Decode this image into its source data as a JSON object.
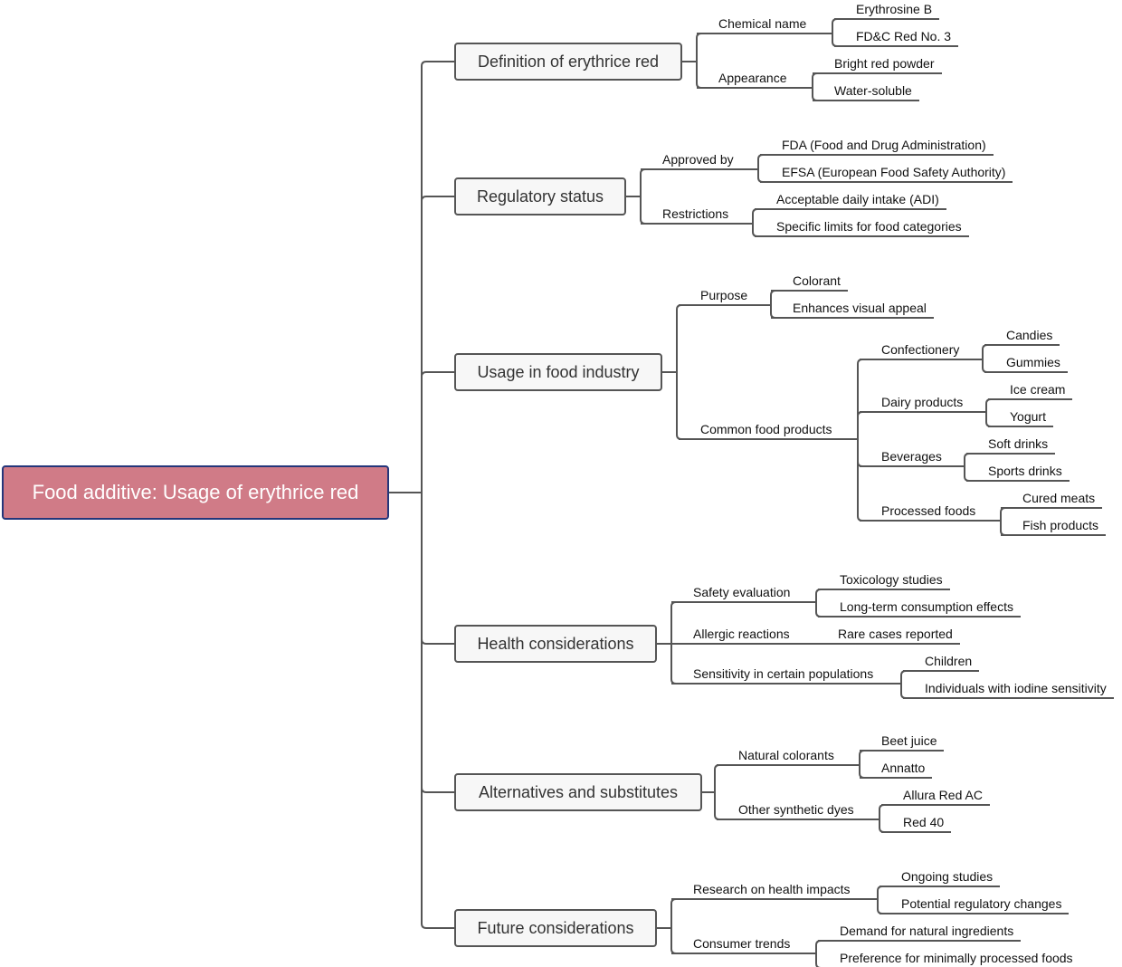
{
  "title": "Food additive: Usage of erythrice red",
  "colors": {
    "root_fill": "#d07b87",
    "root_border": "#24367a",
    "line": "#555555",
    "branch_fill": "#f7f7f7"
  },
  "branches": [
    {
      "label": "Definition of erythrice red",
      "children": [
        {
          "label": "Chemical name",
          "children": [
            {
              "label": "Erythrosine B"
            },
            {
              "label": "FD&C Red No. 3"
            }
          ]
        },
        {
          "label": "Appearance",
          "children": [
            {
              "label": "Bright red powder"
            },
            {
              "label": "Water-soluble"
            }
          ]
        }
      ]
    },
    {
      "label": "Regulatory status",
      "children": [
        {
          "label": "Approved by",
          "children": [
            {
              "label": "FDA (Food and Drug Administration)"
            },
            {
              "label": "EFSA (European Food Safety Authority)"
            }
          ]
        },
        {
          "label": "Restrictions",
          "children": [
            {
              "label": "Acceptable daily intake (ADI)"
            },
            {
              "label": "Specific limits for food categories"
            }
          ]
        }
      ]
    },
    {
      "label": "Usage in food industry",
      "children": [
        {
          "label": "Purpose",
          "children": [
            {
              "label": "Colorant"
            },
            {
              "label": "Enhances visual appeal"
            }
          ]
        },
        {
          "label": "Common food products",
          "children": [
            {
              "label": "Confectionery",
              "children": [
                {
                  "label": "Candies"
                },
                {
                  "label": "Gummies"
                }
              ]
            },
            {
              "label": "Dairy products",
              "children": [
                {
                  "label": "Ice cream"
                },
                {
                  "label": "Yogurt"
                }
              ]
            },
            {
              "label": "Beverages",
              "children": [
                {
                  "label": "Soft drinks"
                },
                {
                  "label": "Sports drinks"
                }
              ]
            },
            {
              "label": "Processed foods",
              "children": [
                {
                  "label": "Cured meats"
                },
                {
                  "label": "Fish products"
                }
              ]
            }
          ]
        }
      ]
    },
    {
      "label": "Health considerations",
      "children": [
        {
          "label": "Safety evaluation",
          "children": [
            {
              "label": "Toxicology studies"
            },
            {
              "label": "Long-term consumption effects"
            }
          ]
        },
        {
          "label": "Allergic reactions",
          "children": [
            {
              "label": "Rare cases reported"
            }
          ]
        },
        {
          "label": "Sensitivity in certain populations",
          "children": [
            {
              "label": "Children"
            },
            {
              "label": "Individuals with iodine sensitivity"
            }
          ]
        }
      ]
    },
    {
      "label": "Alternatives and substitutes",
      "children": [
        {
          "label": "Natural colorants",
          "children": [
            {
              "label": "Beet juice"
            },
            {
              "label": "Annatto"
            }
          ]
        },
        {
          "label": "Other synthetic dyes",
          "children": [
            {
              "label": "Allura Red AC"
            },
            {
              "label": "Red 40"
            }
          ]
        }
      ]
    },
    {
      "label": "Future considerations",
      "children": [
        {
          "label": "Research on health impacts",
          "children": [
            {
              "label": "Ongoing studies"
            },
            {
              "label": "Potential regulatory changes"
            }
          ]
        },
        {
          "label": "Consumer trends",
          "children": [
            {
              "label": "Demand for natural ingredients"
            },
            {
              "label": "Preference for minimally processed foods"
            }
          ]
        }
      ]
    }
  ]
}
